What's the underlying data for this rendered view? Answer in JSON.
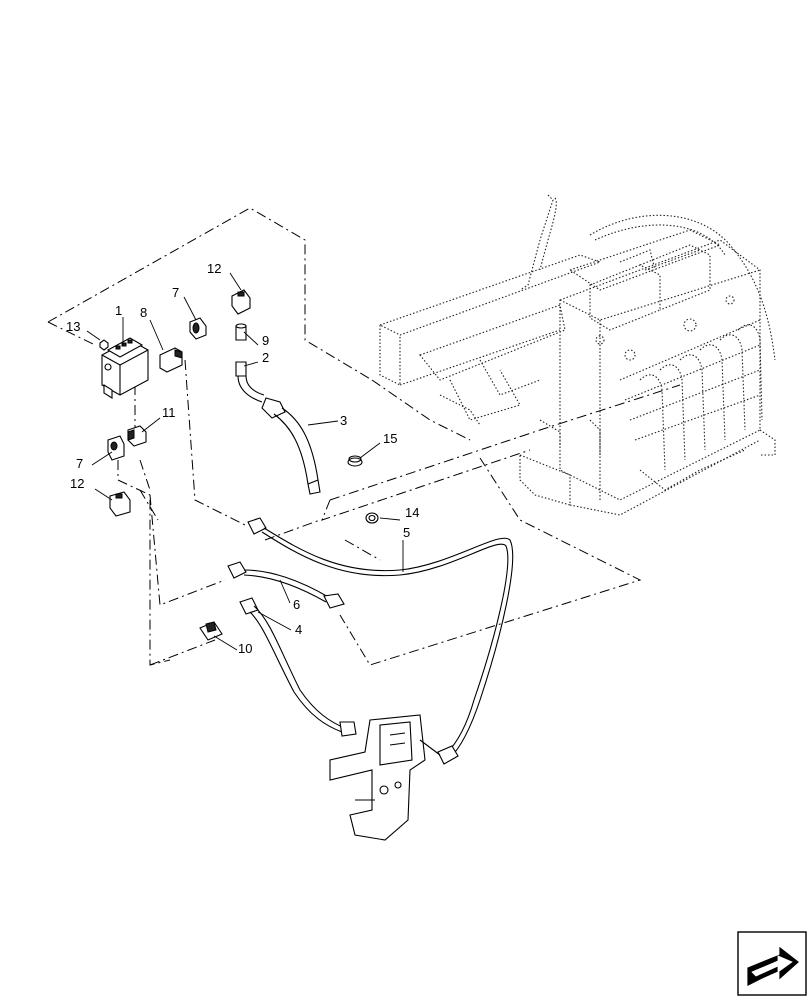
{
  "callouts": {
    "c1": "1",
    "c2": "2",
    "c3": "3",
    "c4": "4",
    "c5": "5",
    "c6": "6",
    "c7a": "7",
    "c7b": "7",
    "c8": "8",
    "c9": "9",
    "c10": "10",
    "c11": "11",
    "c12a": "12",
    "c12b": "12",
    "c13": "13",
    "c14": "14",
    "c15": "15"
  },
  "icons": {
    "nav_arrow": "arrow-icon"
  }
}
